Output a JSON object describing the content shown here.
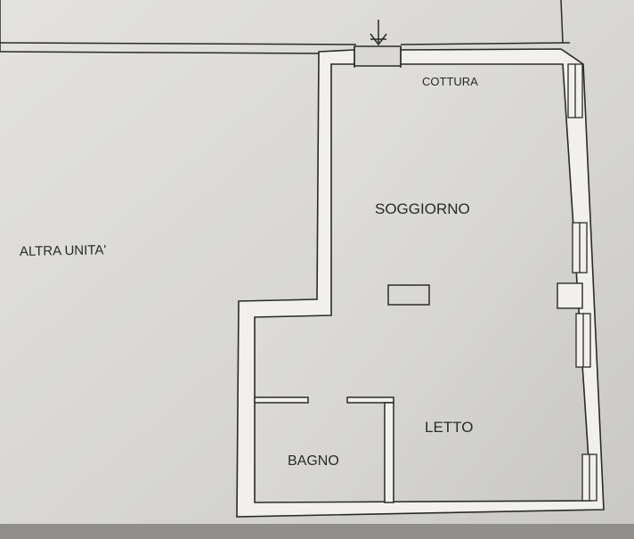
{
  "plan": {
    "labels": {
      "other_unit": "ALTRA UNITA'",
      "kitchen": "COTTURA",
      "living": "SOGGIORNO",
      "bedroom": "LETTO",
      "bathroom": "BAGNO"
    },
    "entrance_icon": "down-arrow-icon",
    "colors": {
      "paper": "#d9d8d4",
      "wall_fill": "#ffffff",
      "line": "#2a2a2a",
      "shadow_bottom": "#6e6e6c"
    }
  }
}
